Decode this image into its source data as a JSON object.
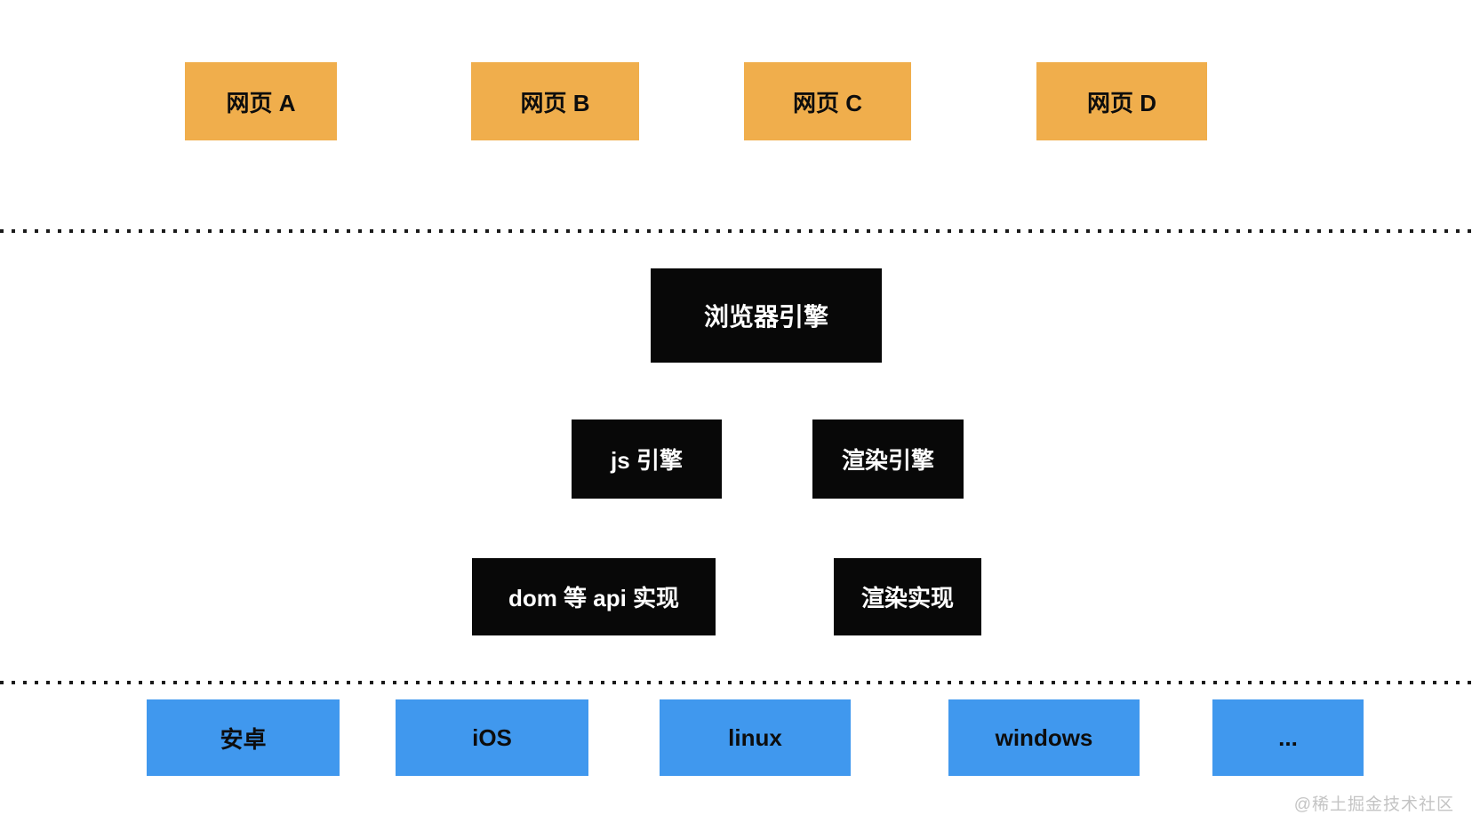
{
  "diagram": {
    "web_page_row": {
      "items": [
        {
          "label": "网页 A"
        },
        {
          "label": "网页 B"
        },
        {
          "label": "网页 C"
        },
        {
          "label": "网页 D"
        }
      ]
    },
    "browser_engine": {
      "label": "浏览器引擎"
    },
    "engine_row": {
      "items": [
        {
          "label": "js 引擎"
        },
        {
          "label": "渲染引擎"
        }
      ]
    },
    "impl_row": {
      "items": [
        {
          "label": "dom 等 api 实现"
        },
        {
          "label": "渲染实现"
        }
      ]
    },
    "platform_row": {
      "items": [
        {
          "label": "安卓"
        },
        {
          "label": "iOS"
        },
        {
          "label": "linux"
        },
        {
          "label": "windows"
        },
        {
          "label": "..."
        }
      ]
    },
    "watermark": {
      "label": "@稀土掘金技术社区"
    },
    "colors": {
      "web_page_bg": "#f0ae4c",
      "engine_bg": "#080808",
      "engine_text": "#ffffff",
      "platform_bg": "#4098ee",
      "box_text": "#0d0d0d",
      "divider_dot": "#1a1a1a",
      "watermark_text": "#c4c4c4",
      "background": "#ffffff"
    }
  }
}
